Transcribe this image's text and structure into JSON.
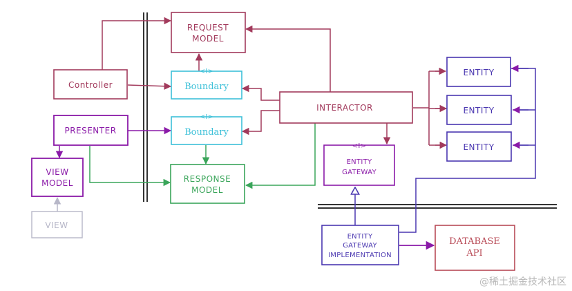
{
  "boxes": {
    "request_model": [
      "REQUEST",
      "MODEL"
    ],
    "controller": "Controller",
    "boundary_top": "Boundary",
    "boundary_top_tag": "<I>",
    "interactor": "INTERACTOR",
    "presenter": "PRESENTER",
    "boundary_bottom": "Boundary",
    "boundary_bottom_tag": "<I>",
    "view_model": [
      "VIEW",
      "MODEL"
    ],
    "response_model": [
      "RESPONSE",
      "MODEL"
    ],
    "entity_gateway": [
      "ENTITY",
      "GATEWAY"
    ],
    "entity_gateway_tag": "<I>",
    "entity_1": "ENTITY",
    "entity_2": "ENTITY",
    "entity_3": "ENTITY",
    "view": "VIEW",
    "entity_gateway_impl": [
      "ENTITY",
      "GATEWAY",
      "IMPLEMENTATION"
    ],
    "database_api": [
      "DATABASE",
      "API"
    ]
  },
  "watermark": "@稀土掘金技术社区",
  "colors": {
    "maroon": "#a23a5c",
    "purple": "#8a1aa8",
    "cyan": "#3cc0d8",
    "green": "#3aa55a",
    "indigo": "#4a37b0",
    "red": "#b84a56",
    "gray": "#b7b7c8",
    "dark": "#333333"
  }
}
